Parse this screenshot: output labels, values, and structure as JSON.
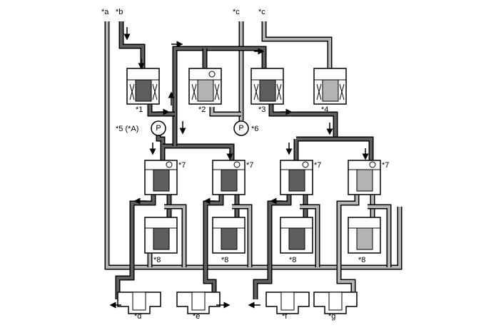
{
  "labels": {
    "a": "*a",
    "b": "*b",
    "c1": "*c",
    "c2": "*c",
    "n1": "*1",
    "n2": "*2",
    "n3": "*3",
    "n4": "*4",
    "n5": "*5 (*A)",
    "n6": "*6",
    "n7": [
      "*7",
      "*7",
      "*7",
      "*7"
    ],
    "n8": [
      "*8",
      "*8",
      "*8",
      "*8"
    ],
    "d": "*d",
    "e": "*e",
    "f": "*f",
    "g": "*g"
  },
  "pump_symbol": "P",
  "colors": {
    "outline": "#000000",
    "dark_fluid": "#5e5e5e",
    "light_fluid": "#b4b4b4",
    "body_fill": "#ffffff"
  }
}
